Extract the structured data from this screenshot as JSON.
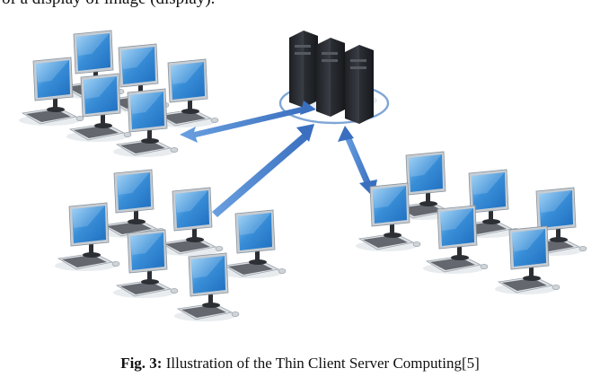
{
  "header_fragment": "of a display of image (display).",
  "caption": {
    "label": "Fig. 3:",
    "text": " Illustration of the Thin Client Server Computing[5]"
  },
  "colors": {
    "screen": "#2f83d0",
    "screen_glow": "#7fc0f2",
    "bezel": "#cfd4d9",
    "server": "#2a2d33",
    "arrow": "#4a82c9"
  }
}
